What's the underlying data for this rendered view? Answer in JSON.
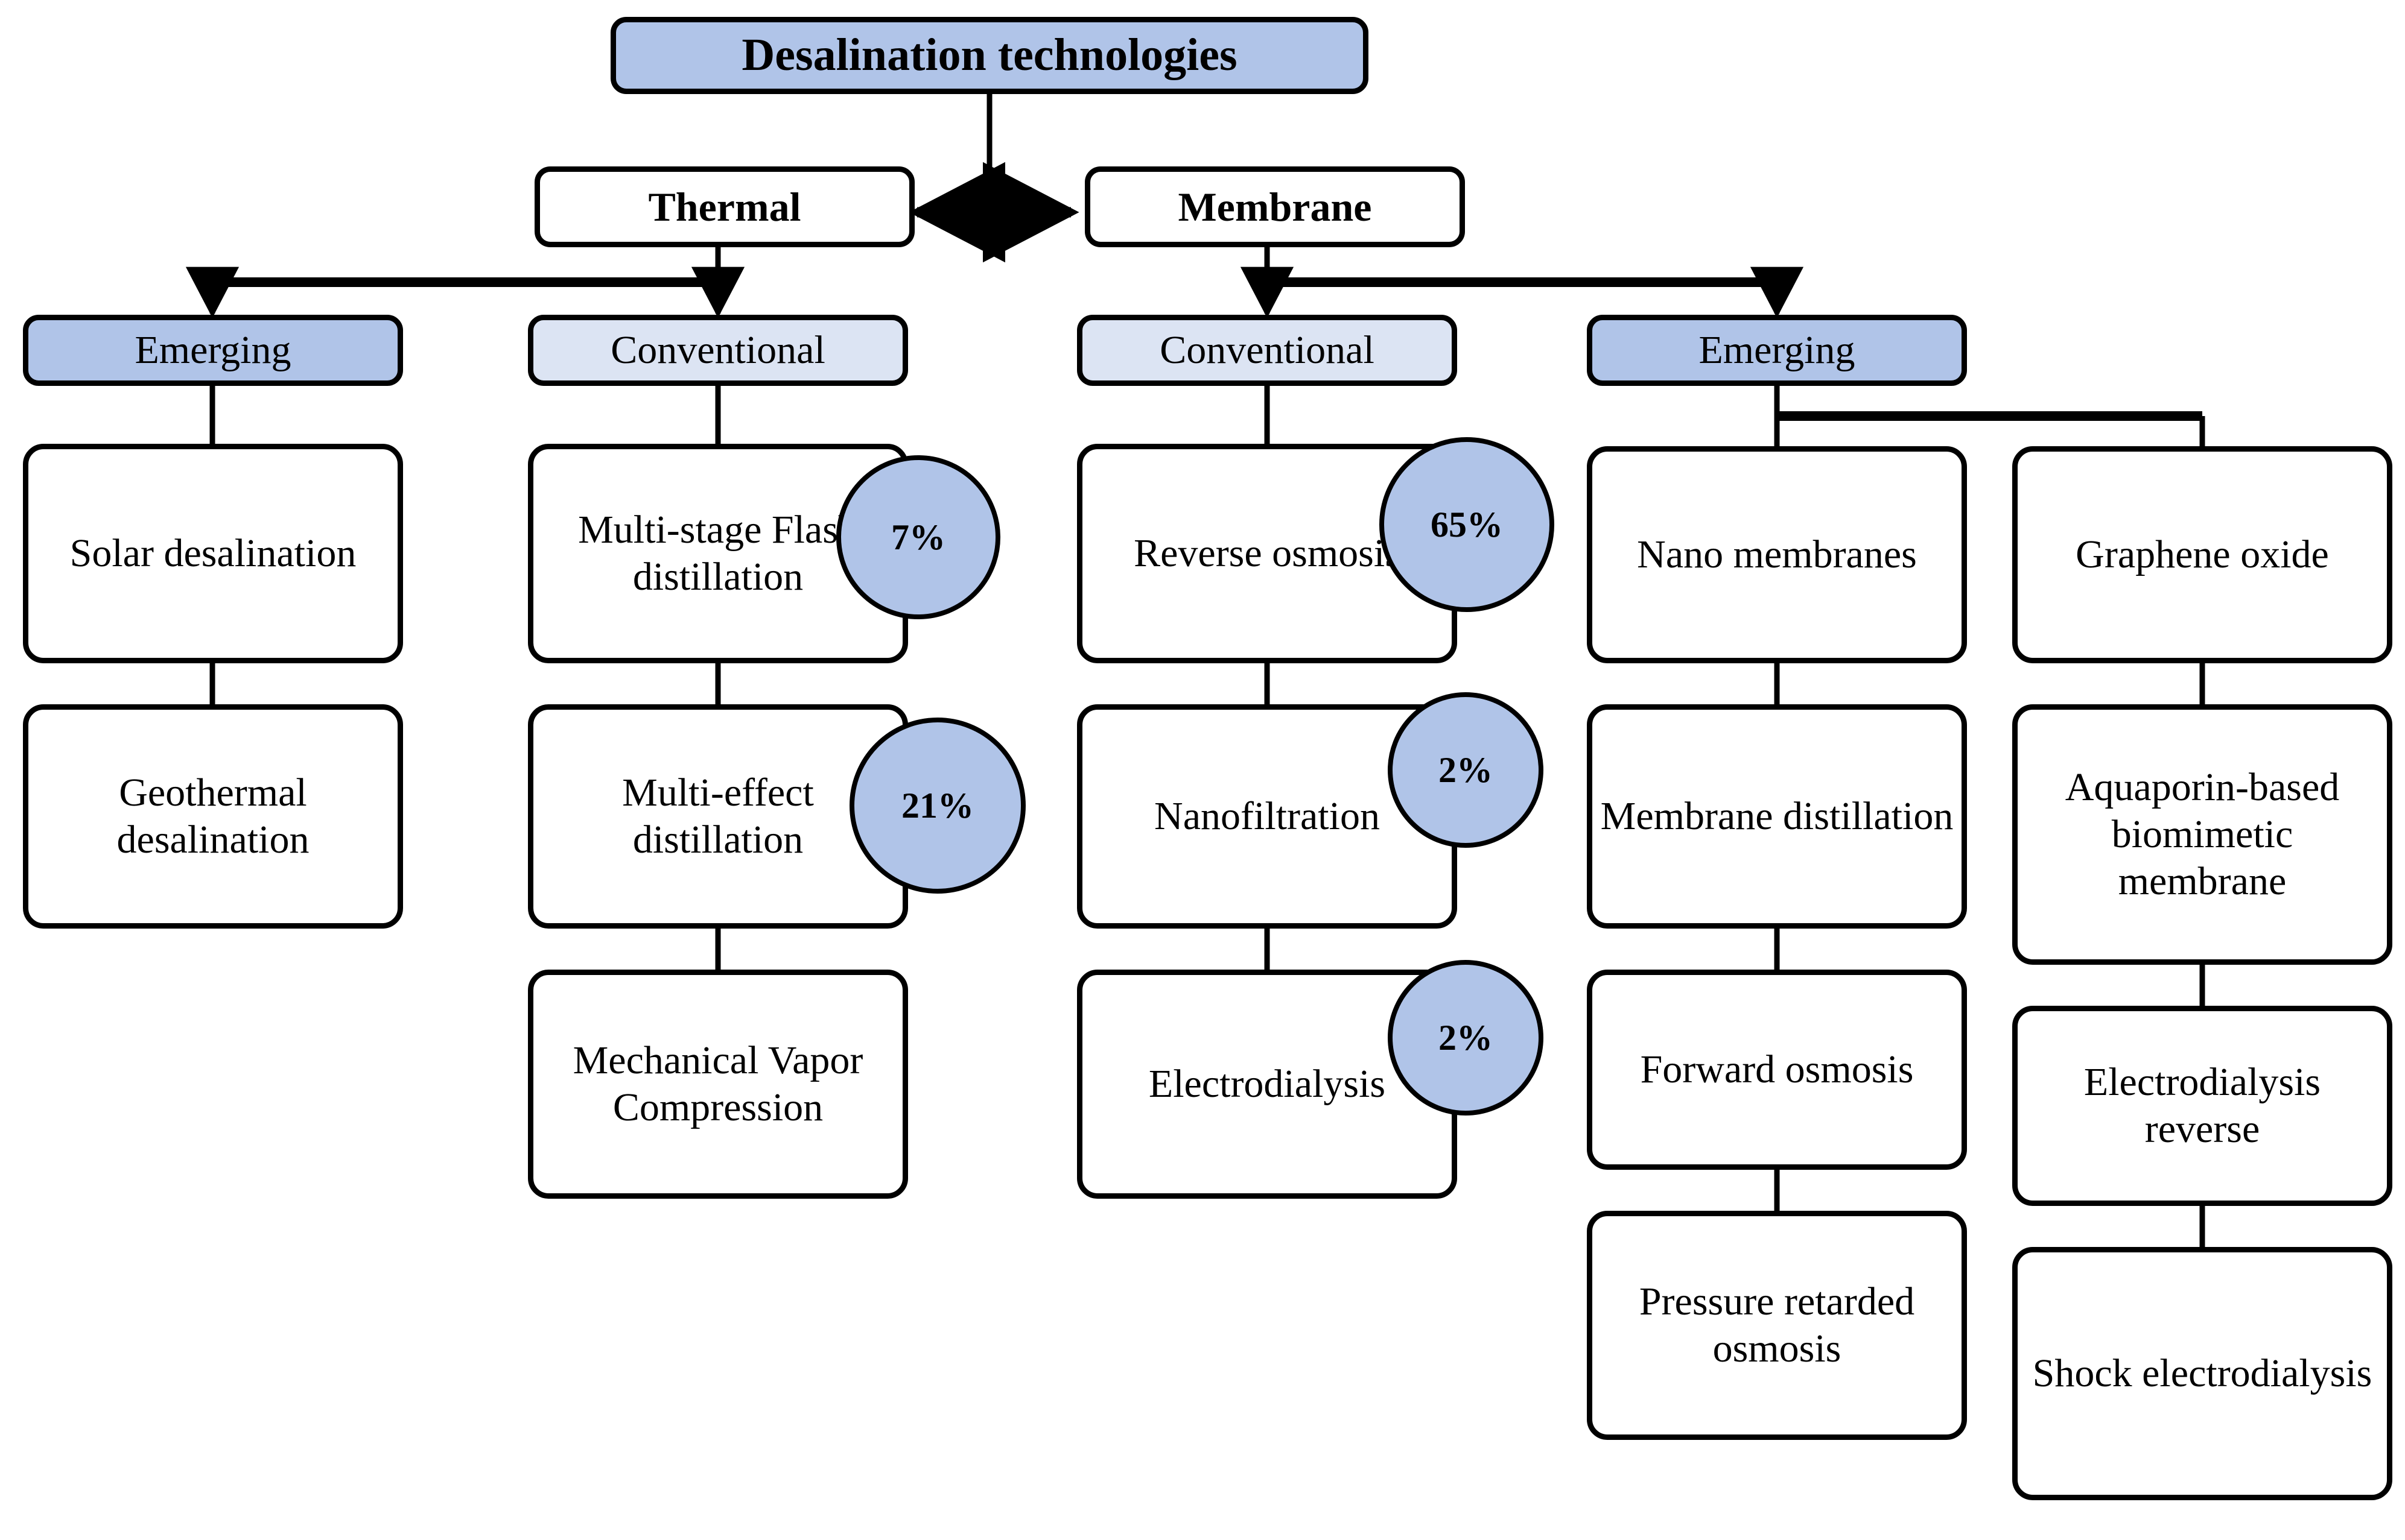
{
  "diagram": {
    "title": "Desalination technologies",
    "type": "hierarchy-tree",
    "colors": {
      "root_fill": "#b0c4e8",
      "emerging_fill": "#b0c4e8",
      "conventional_fill": "#dce4f3",
      "leaf_fill": "#ffffff",
      "percent_badge_fill": "#b0c4e8",
      "stroke": "#000000"
    }
  },
  "root": {
    "label": "Desalination technologies"
  },
  "branches": [
    {
      "id": "thermal",
      "label": "Thermal"
    },
    {
      "id": "membrane",
      "label": "Membrane"
    }
  ],
  "categories": [
    {
      "id": "thermal-emerging",
      "label": "Emerging",
      "parent": "thermal",
      "style": "emerging"
    },
    {
      "id": "thermal-conventional",
      "label": "Conventional",
      "parent": "thermal",
      "style": "conventional"
    },
    {
      "id": "membrane-conventional",
      "label": "Conventional",
      "parent": "membrane",
      "style": "conventional"
    },
    {
      "id": "membrane-emerging",
      "label": "Emerging",
      "parent": "membrane",
      "style": "emerging"
    }
  ],
  "columns": {
    "thermal_emerging": [
      {
        "label": "Solar desalination",
        "percent": null
      },
      {
        "label": "Geothermal desalination",
        "percent": null
      }
    ],
    "thermal_conventional": [
      {
        "label": "Multi-stage Flash distillation",
        "percent": "7%"
      },
      {
        "label": "Multi-effect distillation",
        "percent": "21%"
      },
      {
        "label": "Mechanical Vapor Compression",
        "percent": null
      }
    ],
    "membrane_conventional": [
      {
        "label": "Reverse osmosis",
        "percent": "65%"
      },
      {
        "label": "Nanofiltration",
        "percent": "2%"
      },
      {
        "label": "Electrodialysis",
        "percent": "2%"
      }
    ],
    "membrane_emerging_nano": [
      {
        "label": "Nano membranes",
        "percent": null
      },
      {
        "label": "Membrane distillation",
        "percent": null
      },
      {
        "label": "Forward osmosis",
        "percent": null
      },
      {
        "label": "Pressure retarded osmosis",
        "percent": null
      }
    ],
    "membrane_emerging_graphene": [
      {
        "label": "Graphene oxide",
        "percent": null
      },
      {
        "label": "Aquaporin-based biomimetic membrane",
        "percent": null
      },
      {
        "label": "Electrodialysis reverse",
        "percent": null
      },
      {
        "label": "Shock electrodialysis",
        "percent": null
      }
    ]
  },
  "percent_badges": [
    {
      "value": "7%",
      "attached_to": "Multi-stage Flash distillation"
    },
    {
      "value": "21%",
      "attached_to": "Multi-effect distillation"
    },
    {
      "value": "65%",
      "attached_to": "Reverse osmosis"
    },
    {
      "value": "2%",
      "attached_to": "Nanofiltration"
    },
    {
      "value": "2%",
      "attached_to": "Electrodialysis"
    }
  ]
}
